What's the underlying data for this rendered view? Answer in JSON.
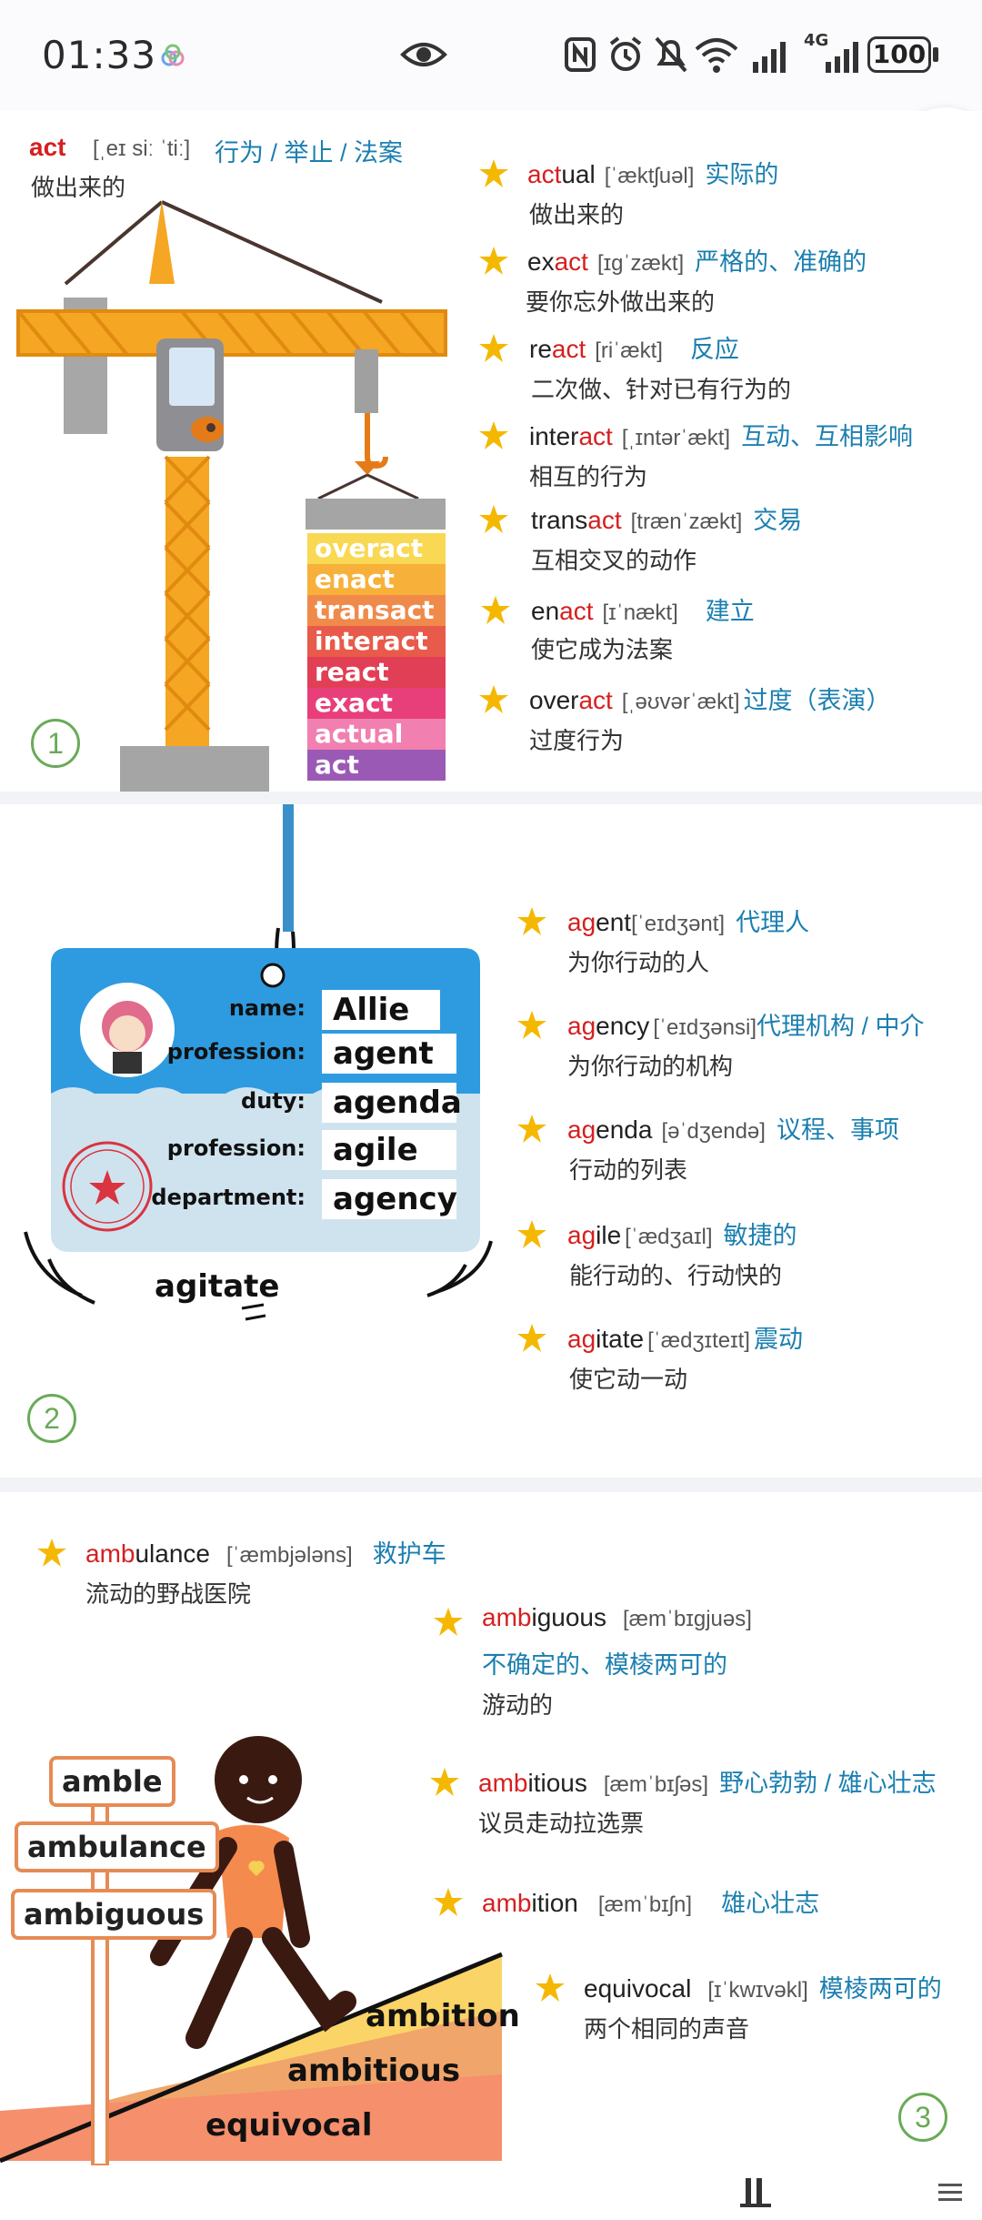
{
  "status": {
    "time": "01:33",
    "battery": "100",
    "network": "4G"
  },
  "panel1": {
    "root": {
      "word": "act",
      "phon": "[ˌeɪ siː ˈtiː]",
      "mean": "行为 / 举止 / 法案",
      "expl": "做出来的"
    },
    "items": [
      {
        "pre": "act",
        "hl": "ual",
        "hlFirst": true,
        "word_a": "act",
        "word_b": "ual",
        "phon": "[ˈæktʃuəl]",
        "mean": "实际的",
        "expl": "做出来的"
      },
      {
        "word_a": "ex",
        "word_b": "act",
        "phon": "[ɪɡˈzækt]",
        "mean": "严格的、准确的",
        "expl": "要你忘外做出来的"
      },
      {
        "word_a": "re",
        "word_b": "act",
        "phon": "[riˈækt]",
        "mean": "反应",
        "expl": "二次做、针对已有行为的"
      },
      {
        "word_a": "inter",
        "word_b": "act",
        "phon": "[ˌɪntərˈækt]",
        "mean": "互动、互相影响",
        "expl": "相互的行为"
      },
      {
        "word_a": "trans",
        "word_b": "act",
        "phon": "[trænˈzækt]",
        "mean": "交易",
        "expl": "互相交叉的动作"
      },
      {
        "word_a": "en",
        "word_b": "act",
        "phon": "[ɪˈnækt]",
        "mean": "建立",
        "expl": "使它成为法案"
      },
      {
        "word_a": "over",
        "word_b": "act",
        "phon": "[ˌəʊvərˈækt]",
        "mean": "过度（表演）",
        "expl": "过度行为"
      }
    ],
    "stack": [
      "overact",
      "enact",
      "transact",
      "interact",
      "react",
      "exact",
      "actual",
      "act"
    ],
    "number": "1"
  },
  "panel2": {
    "card": {
      "rows": [
        {
          "label": "name:",
          "value": "Allie"
        },
        {
          "label": "profession:",
          "value": "agent"
        },
        {
          "label": "duty:",
          "value": "agenda"
        },
        {
          "label": "profession:",
          "value": "agile"
        },
        {
          "label": "department:",
          "value": "agency"
        }
      ],
      "shake": "agitate"
    },
    "items": [
      {
        "word_a": "ag",
        "word_b": "ent",
        "phon": "[ˈeɪdʒənt]",
        "mean": "代理人",
        "expl": "为你行动的人"
      },
      {
        "word_a": "ag",
        "word_b": "ency",
        "phon": "[ˈeɪdʒənsi]",
        "mean": "代理机构 / 中介",
        "expl": "为你行动的机构"
      },
      {
        "word_a": "ag",
        "word_b": "enda",
        "phon": "[əˈdʒendə]",
        "mean": "议程、事项",
        "expl": "行动的列表"
      },
      {
        "word_a": "ag",
        "word_b": "ile",
        "phon": "[ˈædʒaɪl]",
        "mean": "敏捷的",
        "expl": "能行动的、行动快的"
      },
      {
        "word_a": "ag",
        "word_b": "itate",
        "phon": "[ˈædʒɪteɪt]",
        "mean": "震动",
        "expl": "使它动一动"
      }
    ],
    "number": "2"
  },
  "panel3": {
    "items": [
      {
        "word_a": "amb",
        "word_b": "ulance",
        "phon": "[ˈæmbjələns]",
        "mean": "救护车",
        "expl": "流动的野战医院"
      },
      {
        "word_a": "amb",
        "word_b": "iguous",
        "phon": "[æmˈbɪɡjuəs]",
        "mean": "不确定的、模棱两可的",
        "expl": "游动的"
      },
      {
        "word_a": "amb",
        "word_b": "itious",
        "phon": "[æmˈbɪʃəs]",
        "mean": "野心勃勃 / 雄心壮志",
        "expl": "议员走动拉选票"
      },
      {
        "word_a": "amb",
        "word_b": "ition",
        "phon": "[æmˈbɪʃn]",
        "mean": "雄心壮志",
        "expl": ""
      },
      {
        "word_a": "",
        "word_b": "equivocal",
        "phon": "[ɪˈkwɪvəkl]",
        "mean": "模棱两可的",
        "expl": "两个相同的声音"
      }
    ],
    "signs": [
      "amble",
      "ambulance",
      "ambiguous"
    ],
    "slope": [
      "ambition",
      "ambitious",
      "equivocal"
    ],
    "number": "3"
  },
  "colors": {
    "highlight": "#d61f1f",
    "meaning": "#1b7fb0",
    "star": "#f5b800",
    "circle": "#6aaa58"
  }
}
